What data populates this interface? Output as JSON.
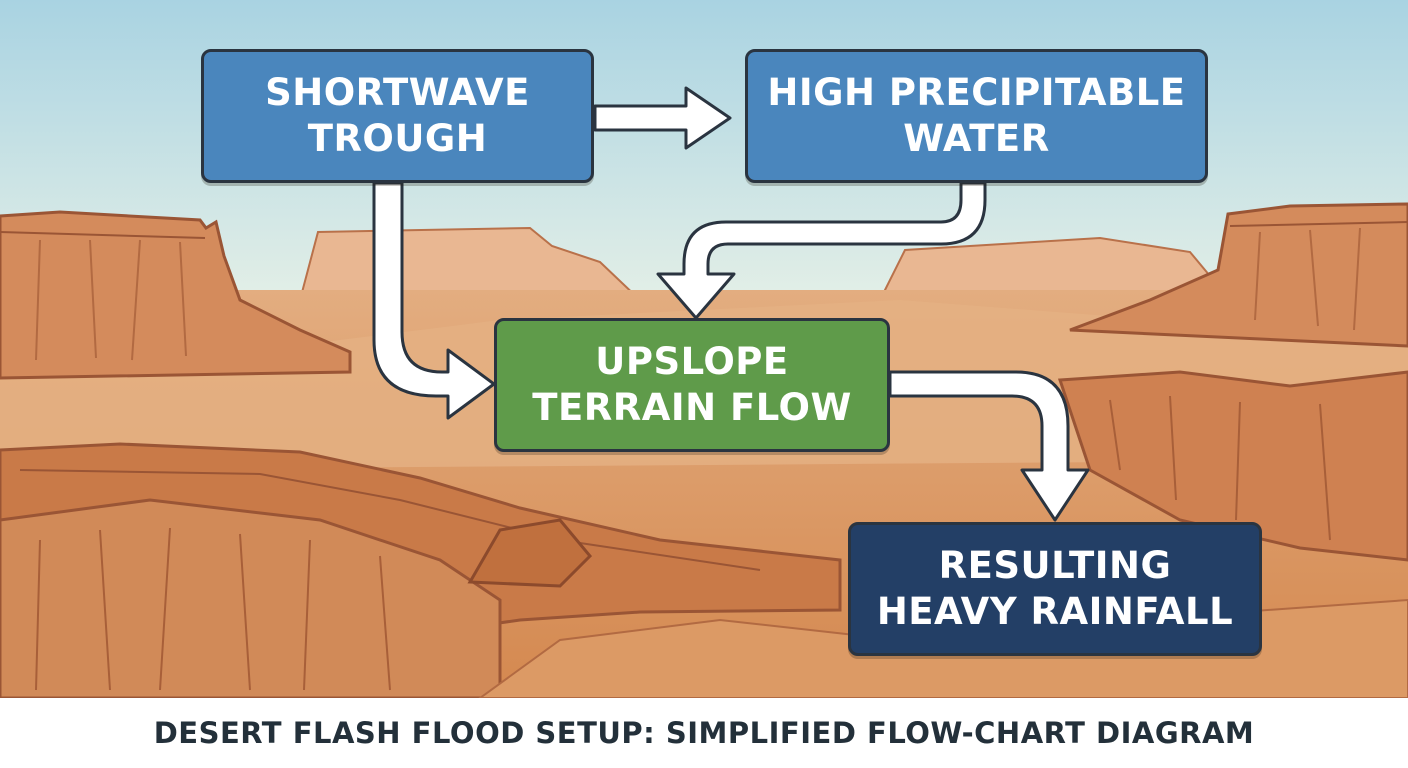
{
  "colors": {
    "sky_top": "#a9d3e2",
    "sky_bottom": "#e3efe7",
    "box_blue": "#4a86bd",
    "box_green": "#5f9b4a",
    "box_navy": "#233f66",
    "arrow_fill": "#ffffff",
    "outline": "#2a3440",
    "caption_text": "#23303a"
  },
  "nodes": {
    "trough": {
      "lines": [
        "SHORTWAVE",
        "TROUGH"
      ]
    },
    "precipitable_water": {
      "lines": [
        "HIGH PRECIPITABLE",
        "WATER"
      ]
    },
    "upslope": {
      "lines": [
        "UPSLOPE",
        "TERRAIN FLOW"
      ]
    },
    "rainfall": {
      "lines": [
        "RESULTING",
        "HEAVY RAINFALL"
      ]
    }
  },
  "edges": [
    {
      "from": "trough",
      "to": "precipitable_water"
    },
    {
      "from": "precipitable_water",
      "to": "upslope"
    },
    {
      "from": "trough",
      "to": "upslope"
    },
    {
      "from": "upslope",
      "to": "rainfall"
    }
  ],
  "caption": "DESERT FLASH FLOOD SETUP: SIMPLIFIED FLOW-CHART DIAGRAM"
}
